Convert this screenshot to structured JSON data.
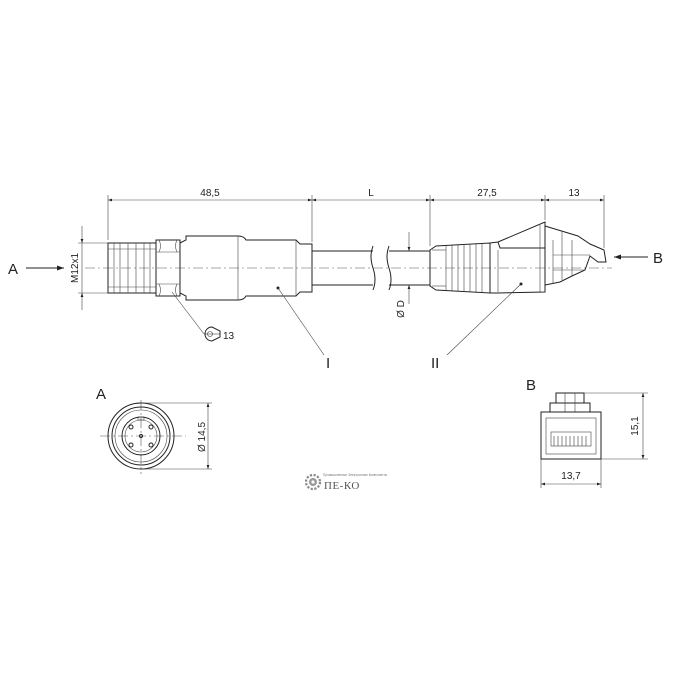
{
  "dimensions": {
    "m12_length": "48,5",
    "cable_length": "L",
    "rj45_body": "27,5",
    "rj45_tip": "13",
    "thread": "M12x1",
    "cable_dia": "Ø D",
    "wrench": "13",
    "m12_dia": "Ø 14,5",
    "rj45_height": "15,1",
    "rj45_width": "13,7"
  },
  "labels": {
    "view_a_arrow": "A",
    "view_b_arrow": "B",
    "pos_1": "I",
    "pos_2": "II",
    "view_a_title": "A",
    "view_b_title": "B"
  },
  "logo": {
    "text": "ПЕ-КО",
    "tagline": "Промышленные Электронные Компоненты"
  },
  "colors": {
    "line": "#222222",
    "logo": "#555555"
  }
}
